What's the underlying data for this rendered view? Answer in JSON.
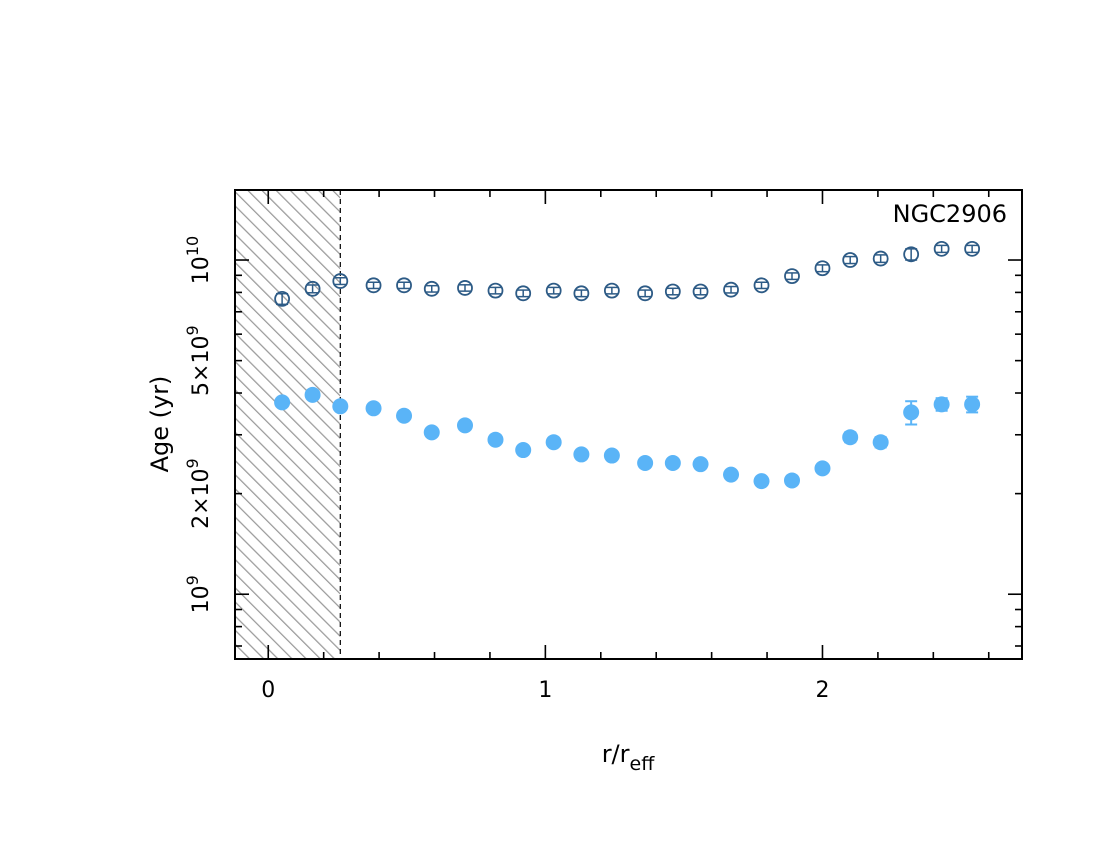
{
  "chart_data": {
    "type": "scatter",
    "xlabel": "r/r",
    "xlabel_sub": "eff",
    "ylabel": "Age (yr)",
    "annotation": "NGC2906",
    "xlim": [
      -0.12,
      2.72
    ],
    "ylim": [
      640000000.0,
      16200000000.0
    ],
    "yscale": "log",
    "grid": false,
    "shaded_region": {
      "x0": -0.12,
      "x1": 0.26,
      "style": "hatched"
    },
    "x_ticks": [
      {
        "value": 0,
        "label": "0"
      },
      {
        "value": 1,
        "label": "1"
      },
      {
        "value": 2,
        "label": "2"
      }
    ],
    "y_ticks": [
      {
        "value": 1000000000.0,
        "base": "10",
        "exp": "9",
        "mult": ""
      },
      {
        "value": 2000000000.0,
        "base": "10",
        "exp": "9",
        "mult": "2×"
      },
      {
        "value": 5000000000.0,
        "base": "10",
        "exp": "9",
        "mult": "5×"
      },
      {
        "value": 10000000000.0,
        "base": "10",
        "exp": "10",
        "mult": ""
      }
    ],
    "series": [
      {
        "marker": "open-circle",
        "color": "#2d5b86",
        "points": [
          {
            "x": 0.05,
            "y": 7650000000.0,
            "err": 280000000.0
          },
          {
            "x": 0.16,
            "y": 8200000000.0,
            "err": 220000000.0
          },
          {
            "x": 0.26,
            "y": 8650000000.0,
            "err": 200000000.0
          },
          {
            "x": 0.38,
            "y": 8400000000.0,
            "err": 180000000.0
          },
          {
            "x": 0.49,
            "y": 8400000000.0,
            "err": 180000000.0
          },
          {
            "x": 0.59,
            "y": 8200000000.0,
            "err": 180000000.0
          },
          {
            "x": 0.71,
            "y": 8250000000.0,
            "err": 180000000.0
          },
          {
            "x": 0.82,
            "y": 8100000000.0,
            "err": 180000000.0
          },
          {
            "x": 0.92,
            "y": 7950000000.0,
            "err": 180000000.0
          },
          {
            "x": 1.03,
            "y": 8100000000.0,
            "err": 180000000.0
          },
          {
            "x": 1.13,
            "y": 7950000000.0,
            "err": 180000000.0
          },
          {
            "x": 1.24,
            "y": 8100000000.0,
            "err": 180000000.0
          },
          {
            "x": 1.36,
            "y": 7950000000.0,
            "err": 180000000.0
          },
          {
            "x": 1.46,
            "y": 8050000000.0,
            "err": 180000000.0
          },
          {
            "x": 1.56,
            "y": 8050000000.0,
            "err": 180000000.0
          },
          {
            "x": 1.67,
            "y": 8150000000.0,
            "err": 180000000.0
          },
          {
            "x": 1.78,
            "y": 8400000000.0,
            "err": 180000000.0
          },
          {
            "x": 1.89,
            "y": 8950000000.0,
            "err": 200000000.0
          },
          {
            "x": 2.0,
            "y": 9450000000.0,
            "err": 220000000.0
          },
          {
            "x": 2.1,
            "y": 10000000000.0,
            "err": 240000000.0
          },
          {
            "x": 2.21,
            "y": 10100000000.0,
            "err": 260000000.0
          },
          {
            "x": 2.32,
            "y": 10400000000.0,
            "err": 400000000.0
          },
          {
            "x": 2.43,
            "y": 10800000000.0,
            "err": 260000000.0
          },
          {
            "x": 2.54,
            "y": 10800000000.0,
            "err": 260000000.0
          }
        ]
      },
      {
        "marker": "filled-circle",
        "color": "#5ab4f7",
        "points": [
          {
            "x": 0.05,
            "y": 3750000000.0,
            "err": 70000000.0
          },
          {
            "x": 0.16,
            "y": 3950000000.0,
            "err": 70000000.0
          },
          {
            "x": 0.26,
            "y": 3650000000.0,
            "err": 60000000.0
          },
          {
            "x": 0.38,
            "y": 3600000000.0,
            "err": 60000000.0
          },
          {
            "x": 0.49,
            "y": 3420000000.0,
            "err": 60000000.0
          },
          {
            "x": 0.59,
            "y": 3050000000.0,
            "err": 60000000.0
          },
          {
            "x": 0.71,
            "y": 3200000000.0,
            "err": 60000000.0
          },
          {
            "x": 0.82,
            "y": 2900000000.0,
            "err": 60000000.0
          },
          {
            "x": 0.92,
            "y": 2700000000.0,
            "err": 50000000.0
          },
          {
            "x": 1.03,
            "y": 2850000000.0,
            "err": 60000000.0
          },
          {
            "x": 1.13,
            "y": 2620000000.0,
            "err": 50000000.0
          },
          {
            "x": 1.24,
            "y": 2600000000.0,
            "err": 50000000.0
          },
          {
            "x": 1.36,
            "y": 2470000000.0,
            "err": 50000000.0
          },
          {
            "x": 1.46,
            "y": 2470000000.0,
            "err": 50000000.0
          },
          {
            "x": 1.56,
            "y": 2450000000.0,
            "err": 50000000.0
          },
          {
            "x": 1.67,
            "y": 2280000000.0,
            "err": 50000000.0
          },
          {
            "x": 1.78,
            "y": 2180000000.0,
            "err": 50000000.0
          },
          {
            "x": 1.89,
            "y": 2190000000.0,
            "err": 50000000.0
          },
          {
            "x": 2.0,
            "y": 2380000000.0,
            "err": 50000000.0
          },
          {
            "x": 2.1,
            "y": 2950000000.0,
            "err": 100000000.0
          },
          {
            "x": 2.21,
            "y": 2850000000.0,
            "err": 100000000.0
          },
          {
            "x": 2.32,
            "y": 3500000000.0,
            "err": 280000000.0
          },
          {
            "x": 2.43,
            "y": 3700000000.0,
            "err": 160000000.0
          },
          {
            "x": 2.54,
            "y": 3700000000.0,
            "err": 200000000.0
          }
        ]
      }
    ]
  }
}
